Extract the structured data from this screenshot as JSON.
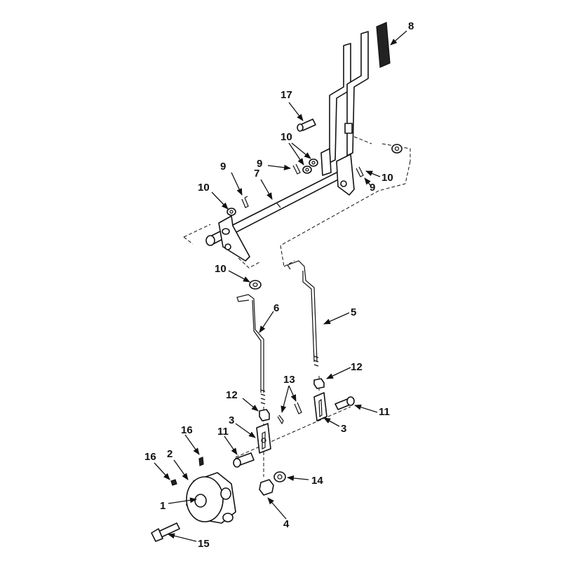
{
  "callouts": [
    {
      "id": "c1",
      "text": "1"
    },
    {
      "id": "c2",
      "text": "2"
    },
    {
      "id": "c3a",
      "text": "3"
    },
    {
      "id": "c3b",
      "text": "3"
    },
    {
      "id": "c4",
      "text": "4"
    },
    {
      "id": "c5",
      "text": "5"
    },
    {
      "id": "c6",
      "text": "6"
    },
    {
      "id": "c7",
      "text": "7"
    },
    {
      "id": "c8",
      "text": "8"
    },
    {
      "id": "c9a",
      "text": "9"
    },
    {
      "id": "c9b",
      "text": "9"
    },
    {
      "id": "c9c",
      "text": "9"
    },
    {
      "id": "c10a",
      "text": "10"
    },
    {
      "id": "c10b",
      "text": "10"
    },
    {
      "id": "c10c",
      "text": "10"
    },
    {
      "id": "c10d",
      "text": "10"
    },
    {
      "id": "c11a",
      "text": "11"
    },
    {
      "id": "c11b",
      "text": "11"
    },
    {
      "id": "c12a",
      "text": "12"
    },
    {
      "id": "c12b",
      "text": "12"
    },
    {
      "id": "c13",
      "text": "13"
    },
    {
      "id": "c14",
      "text": "14"
    },
    {
      "id": "c15",
      "text": "15"
    },
    {
      "id": "c16a",
      "text": "16"
    },
    {
      "id": "c16b",
      "text": "16"
    },
    {
      "id": "c17",
      "text": "17"
    }
  ]
}
